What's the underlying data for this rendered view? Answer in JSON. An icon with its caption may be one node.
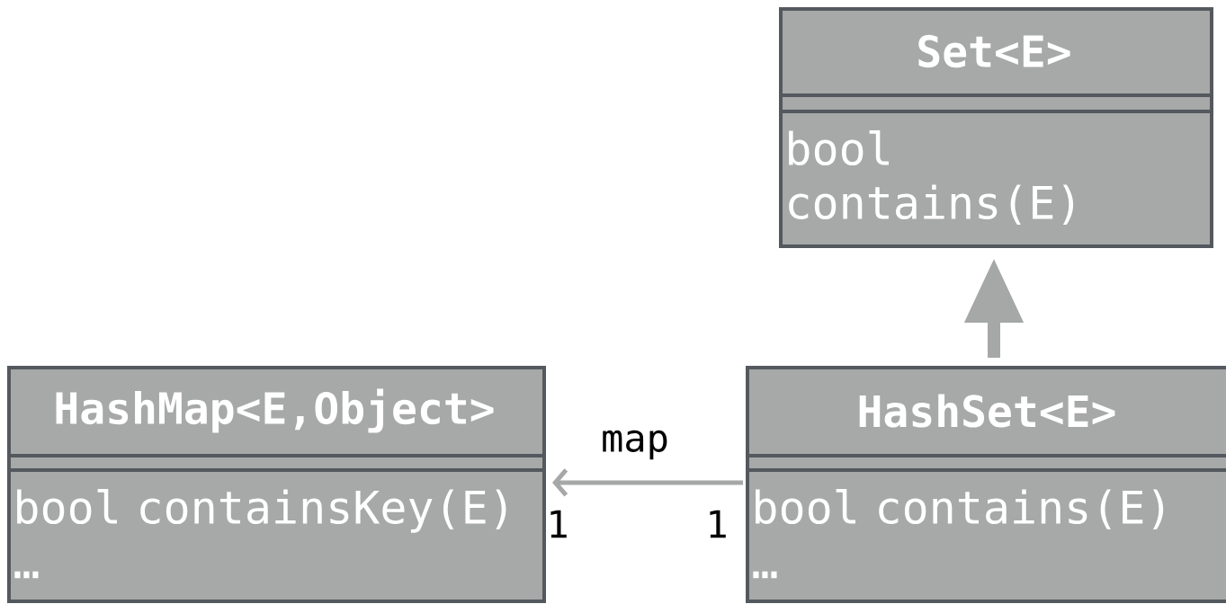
{
  "diagram": {
    "nodes": [
      {
        "text": [
          "Set<E>",
          "bool contains(E)"
        ]
      },
      {
        "text": [
          "HashMap<E,Object>",
          "bool containsKey(E)",
          "…"
        ]
      },
      {
        "text": [
          "HashSet<E>",
          "bool contains(E)",
          "…"
        ]
      }
    ],
    "edges": [
      {
        "from": 2,
        "to": 0,
        "arrow": "to",
        "style": "thick"
      },
      {
        "from": 2,
        "to": 1,
        "arrow": "to",
        "label": "map"
      }
    ],
    "labels": [
      "1",
      "1"
    ]
  }
}
